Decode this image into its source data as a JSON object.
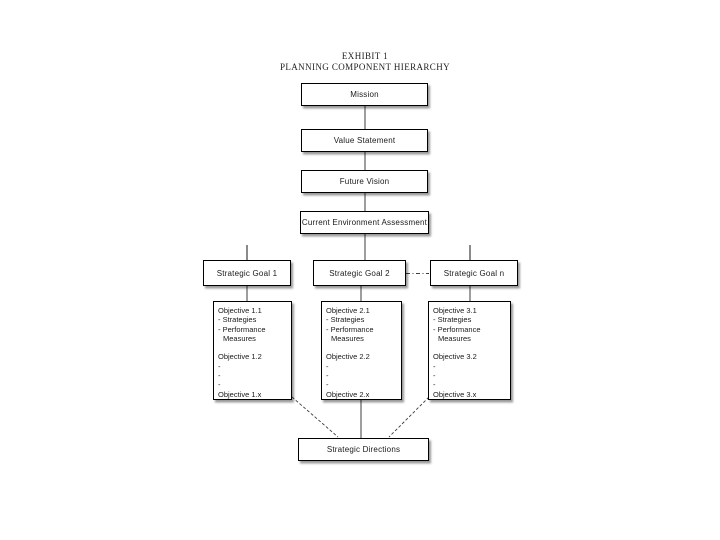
{
  "title": {
    "line1": "EXHIBIT 1",
    "line2": "PLANNING COMPONENT HIERARCHY"
  },
  "colors": {
    "background": "#ffffff",
    "box_border": "#000000",
    "box_fill": "#ffffff",
    "text": "#1a1a1a",
    "connector": "#3d3d3d",
    "shadow": "rgba(0,0,0,0.40)"
  },
  "diagram": {
    "type": "hierarchy-flowchart",
    "top_chain": [
      {
        "label": "Mission"
      },
      {
        "label": "Value Statement"
      },
      {
        "label": "Future Vision"
      },
      {
        "label": "Current Environment Assessment"
      }
    ],
    "goals": [
      {
        "label": "Strategic Goal 1"
      },
      {
        "label": "Strategic Goal 2"
      },
      {
        "label": "Strategic Goal n"
      }
    ],
    "goal2_to_goaln_connector": "dash-dot",
    "objectives": [
      {
        "lines": [
          "Objective 1.1",
          "- Strategies",
          "- Performance",
          "Measures",
          "",
          "Objective 1.2",
          "-",
          "-",
          "-",
          "Objective 1.x"
        ]
      },
      {
        "lines": [
          "Objective 2.1",
          "- Strategies",
          "- Performance",
          "Measures",
          "",
          "Objective 2.2",
          "-",
          "-",
          "-",
          "Objective 2.x"
        ]
      },
      {
        "lines": [
          "Objective 3.1",
          "- Strategies",
          "- Performance",
          "Measures",
          "",
          "Objective 3.2",
          "-",
          "-",
          "-",
          "Objective 3.x"
        ]
      }
    ],
    "bottom": {
      "label": "Strategic Directions"
    }
  }
}
